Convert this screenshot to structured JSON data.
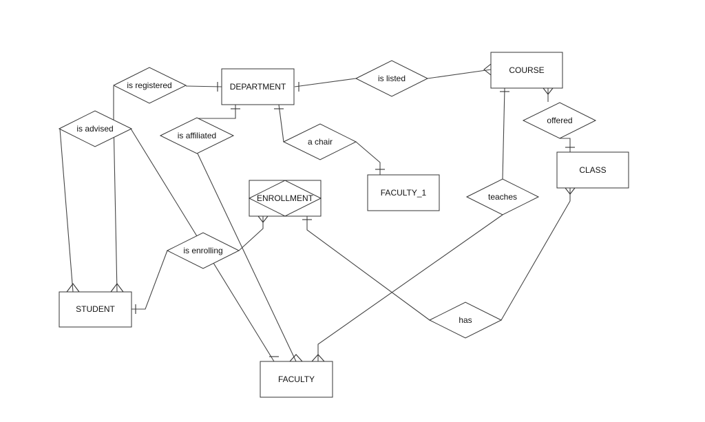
{
  "entities": {
    "department": "DEPARTMENT",
    "course": "COURSE",
    "class": "CLASS",
    "faculty_1": "FACULTY_1",
    "enrollment": "ENROLLMENT",
    "student": "STUDENT",
    "faculty": "FACULTY"
  },
  "relationships": {
    "is_registered": "is registered",
    "is_listed": "is listed",
    "is_advised": "is advised",
    "is_affiliated": "is affiliated",
    "a_chair": "a chair",
    "offered": "offered",
    "teaches": "teaches",
    "is_enrolling": "is enrolling",
    "has": "has"
  },
  "colors": {
    "stroke": "#333333",
    "background": "#ffffff"
  }
}
